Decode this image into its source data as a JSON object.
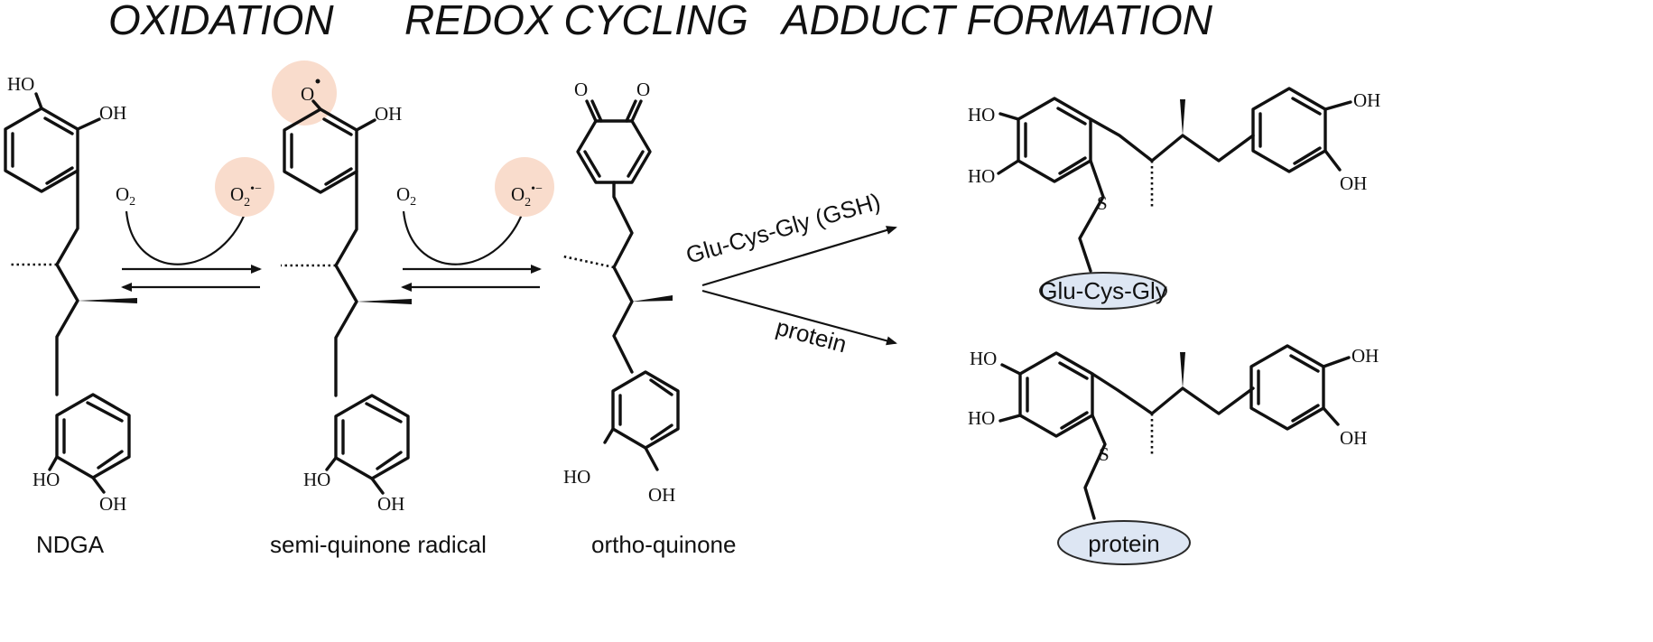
{
  "headings": {
    "oxidation": "OXIDATION",
    "redox_cycling": "REDOX CYCLING",
    "adduct_formation": "ADDUCT FORMATION"
  },
  "compounds": {
    "ndga": "NDGA",
    "semiquinone": "semi-quinone radical",
    "orthoquinone": "ortho-quinone"
  },
  "atoms": {
    "ho": "HO",
    "oh": "OH",
    "o": "O",
    "s": "S"
  },
  "reagents": {
    "oxygen": "O",
    "oxygen_sub": "2",
    "superoxide_sub": "2",
    "superoxide_sup": "•−"
  },
  "reactions": {
    "gsh_label": "Glu-Cys-Gly (GSH)",
    "protein_label": "protein"
  },
  "adducts": {
    "gsh_tag": "Glu-Cys-Gly",
    "protein_tag": "protein"
  },
  "colors": {
    "radical_highlight": "#f9dccc",
    "adduct_tag_fill": "#dde6f3",
    "ink": "#111111"
  }
}
